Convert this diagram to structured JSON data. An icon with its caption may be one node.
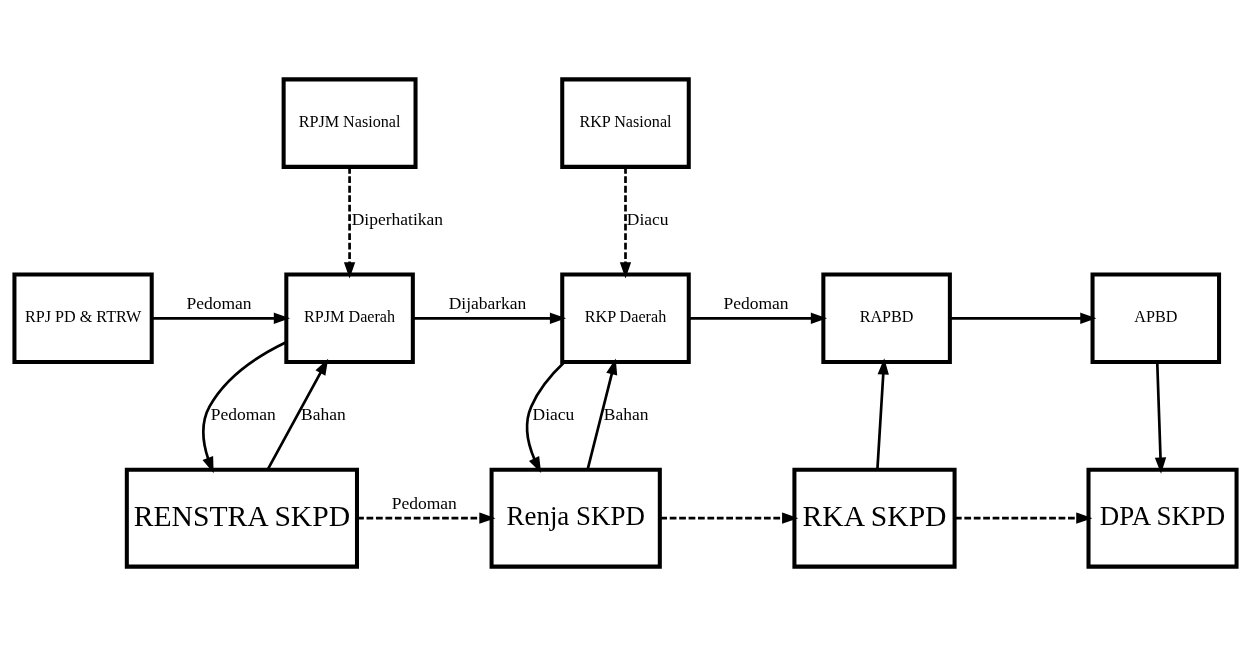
{
  "diagram": {
    "nodes": [
      {
        "text": [
          "RPJM Nasional"
        ]
      },
      {
        "text": [
          "RKP Nasional"
        ]
      },
      {
        "text": [
          "RPJ PD & RTRW"
        ]
      },
      {
        "text": [
          "RPJM Daerah"
        ]
      },
      {
        "text": [
          "RKP Daerah"
        ]
      },
      {
        "text": [
          "RAPBD"
        ]
      },
      {
        "text": [
          "APBD"
        ]
      },
      {
        "text": [
          "RENSTRA SKPD"
        ]
      },
      {
        "text": [
          "Renja SKPD"
        ]
      },
      {
        "text": [
          "RKA SKPD"
        ]
      },
      {
        "text": [
          "DPA SKPD"
        ]
      }
    ],
    "edges": [
      {
        "from": 0,
        "to": 3,
        "arrow": "to",
        "style": "dashed",
        "label": "Diperhatikan"
      },
      {
        "from": 1,
        "to": 4,
        "arrow": "to",
        "style": "dashed",
        "label": "Diacu"
      },
      {
        "from": 2,
        "to": 3,
        "arrow": "to",
        "label": "Pedoman"
      },
      {
        "from": 3,
        "to": 4,
        "arrow": "to",
        "label": "Dijabarkan"
      },
      {
        "from": 4,
        "to": 5,
        "arrow": "to",
        "label": "Pedoman"
      },
      {
        "from": 5,
        "to": 6,
        "arrow": "to"
      },
      {
        "from": 3,
        "to": 7,
        "arrow": "to",
        "label": "Pedoman"
      },
      {
        "from": 7,
        "to": 3,
        "arrow": "to",
        "label": "Bahan"
      },
      {
        "from": 4,
        "to": 8,
        "arrow": "to",
        "label": "Diacu"
      },
      {
        "from": 8,
        "to": 4,
        "arrow": "to",
        "label": "Bahan"
      },
      {
        "from": 7,
        "to": 8,
        "arrow": "to",
        "style": "dashed",
        "label": "Pedoman"
      },
      {
        "from": 8,
        "to": 9,
        "arrow": "to",
        "style": "dashed"
      },
      {
        "from": 9,
        "to": 10,
        "arrow": "to",
        "style": "dashed"
      },
      {
        "from": 9,
        "to": 5,
        "arrow": "to"
      },
      {
        "from": 6,
        "to": 10,
        "arrow": "to"
      }
    ]
  }
}
